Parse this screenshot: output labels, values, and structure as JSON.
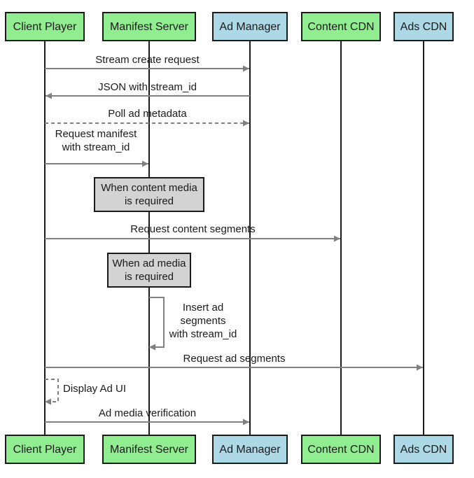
{
  "participants": [
    {
      "id": "client",
      "label": "Client Player",
      "color": "#90ee90"
    },
    {
      "id": "manifest",
      "label": "Manifest Server",
      "color": "#90ee90"
    },
    {
      "id": "admanager",
      "label": "Ad Manager",
      "color": "#add8e6"
    },
    {
      "id": "contentcdn",
      "label": "Content CDN",
      "color": "#90ee90"
    },
    {
      "id": "adscdn",
      "label": "Ads CDN",
      "color": "#add8e6"
    }
  ],
  "messages": [
    {
      "from": "client",
      "to": "admanager",
      "lines": [
        "Stream create request"
      ],
      "style": "solid"
    },
    {
      "from": "admanager",
      "to": "client",
      "lines": [
        "JSON with stream_id"
      ],
      "style": "solid"
    },
    {
      "from": "client",
      "to": "admanager",
      "lines": [
        "Poll ad metadata"
      ],
      "style": "dashed"
    },
    {
      "from": "client",
      "to": "manifest",
      "lines": [
        "Request manifest",
        "with stream_id"
      ],
      "style": "solid"
    },
    {
      "from": "client",
      "to": "contentcdn",
      "lines": [
        "Request content segments"
      ],
      "style": "solid"
    },
    {
      "from": "manifest",
      "to": "manifest",
      "lines": [
        "Insert ad",
        "segments",
        "with stream_id"
      ],
      "style": "solid"
    },
    {
      "from": "client",
      "to": "adscdn",
      "lines": [
        "Request ad segments"
      ],
      "style": "solid"
    },
    {
      "from": "client",
      "to": "client",
      "lines": [
        "Display Ad UI"
      ],
      "style": "dashed"
    },
    {
      "from": "client",
      "to": "admanager",
      "lines": [
        "Ad media verification"
      ],
      "style": "solid"
    }
  ],
  "notes": [
    {
      "over": "manifest",
      "lines": [
        "When content media",
        "is required"
      ],
      "color": "#d3d3d3"
    },
    {
      "over": "manifest",
      "lines": [
        "When ad media",
        "is required"
      ],
      "color": "#d3d3d3"
    }
  ],
  "colors": {
    "line": "#808080",
    "border": "#1a1a1a"
  }
}
